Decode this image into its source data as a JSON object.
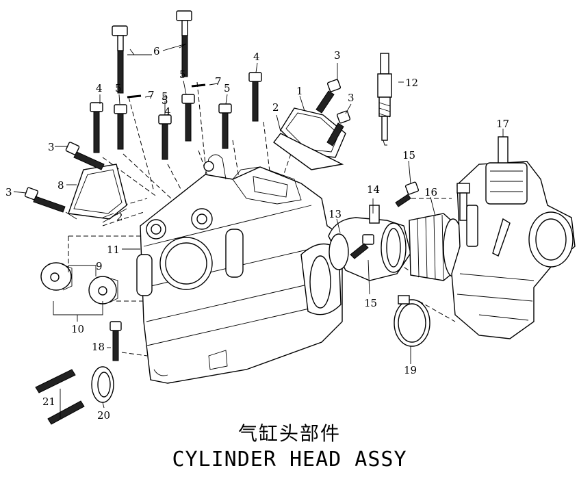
{
  "title_cn": "气缸头部件",
  "title_en": "CYLINDER HEAD ASSY",
  "callouts": [
    "1",
    "2",
    "2",
    "3",
    "3",
    "3",
    "3",
    "4",
    "4",
    "4",
    "5",
    "5",
    "5",
    "5",
    "5",
    "6",
    "7",
    "7",
    "8",
    "9",
    "10",
    "11",
    "12",
    "13",
    "14",
    "15",
    "15",
    "16",
    "17",
    "18",
    "19",
    "20",
    "21"
  ]
}
